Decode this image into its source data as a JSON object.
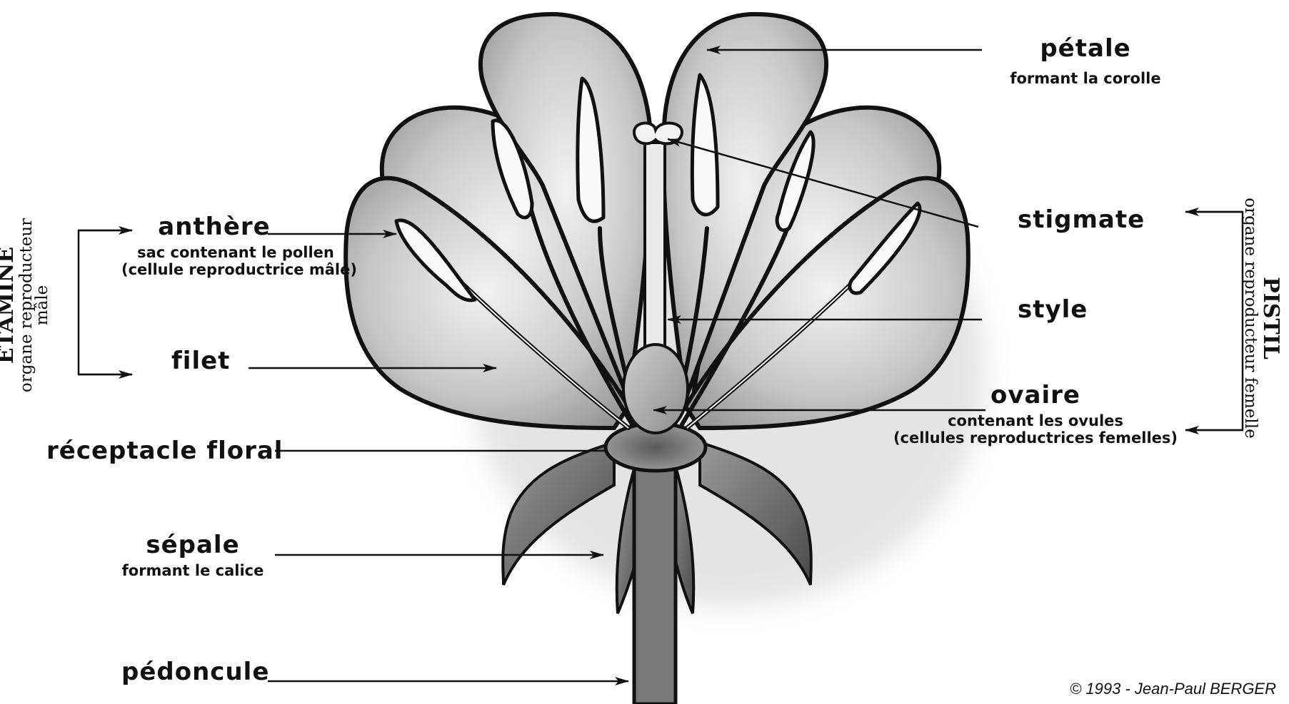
{
  "labels": {
    "petale": "pétale",
    "petale_sub": "formant la corolle",
    "anthere": "anthère",
    "anthere_sub1": "sac contenant le pollen",
    "anthere_sub2": "(cellule reproductrice mâle)",
    "filet": "filet",
    "stigmate": "stigmate",
    "style": "style",
    "ovaire": "ovaire",
    "ovaire_sub1": "contenant les ovules",
    "ovaire_sub2": "(cellules reproductrices femelles)",
    "receptacle": "réceptacle floral",
    "sepale": "sépale",
    "sepale_sub": "formant le calice",
    "pedoncule": "pédoncule"
  },
  "groups": {
    "etamine_title": "ETAMINE",
    "etamine_line1": "organe reproducteur",
    "etamine_line2": "mâle",
    "pistil_title": "PISTIL",
    "pistil_line1": "organe reproducteur femelle"
  },
  "copyright": "© 1993 - Jean-Paul BERGER",
  "colors": {
    "outline": "#111111",
    "petal_light": "#e6e6e6",
    "petal_dark": "#8f8f8f",
    "sepal": "#6f6f6f",
    "stem": "#7a7a7a"
  }
}
